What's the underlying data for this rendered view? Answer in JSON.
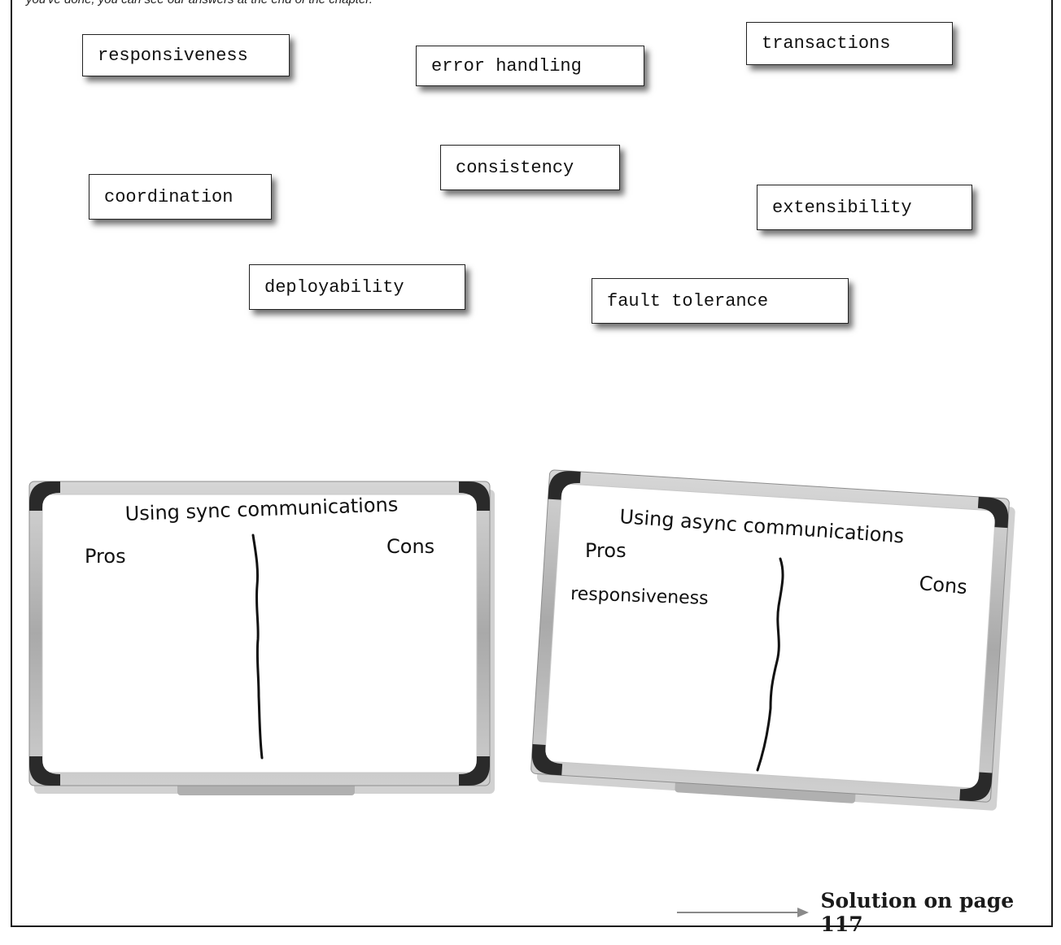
{
  "intro_cutoff": "you've done, you can see our answers at the end of the chapter.",
  "magnets": [
    {
      "name": "magnet-responsiveness",
      "label": "responsiveness"
    },
    {
      "name": "magnet-error-handling",
      "label": "error handling"
    },
    {
      "name": "magnet-transactions",
      "label": "transactions"
    },
    {
      "name": "magnet-consistency",
      "label": "consistency"
    },
    {
      "name": "magnet-coordination",
      "label": "coordination"
    },
    {
      "name": "magnet-extensibility",
      "label": "extensibility"
    },
    {
      "name": "magnet-deployability",
      "label": "deployability"
    },
    {
      "name": "magnet-fault-tolerance",
      "label": "fault tolerance"
    }
  ],
  "sync_board": {
    "title": "Using sync communications",
    "pros": "Pros",
    "cons": "Cons"
  },
  "async_board": {
    "title": "Using async communications",
    "pros": "Pros",
    "cons": "Cons",
    "pros_item": "responsiveness"
  },
  "solution": {
    "text": "Solution on page 117"
  },
  "colors": {
    "frame": "#1a1a1a",
    "board_rim": "#b9b9b9",
    "board_corner": "#2a2a2a",
    "arrow": "#8a8a8a"
  }
}
